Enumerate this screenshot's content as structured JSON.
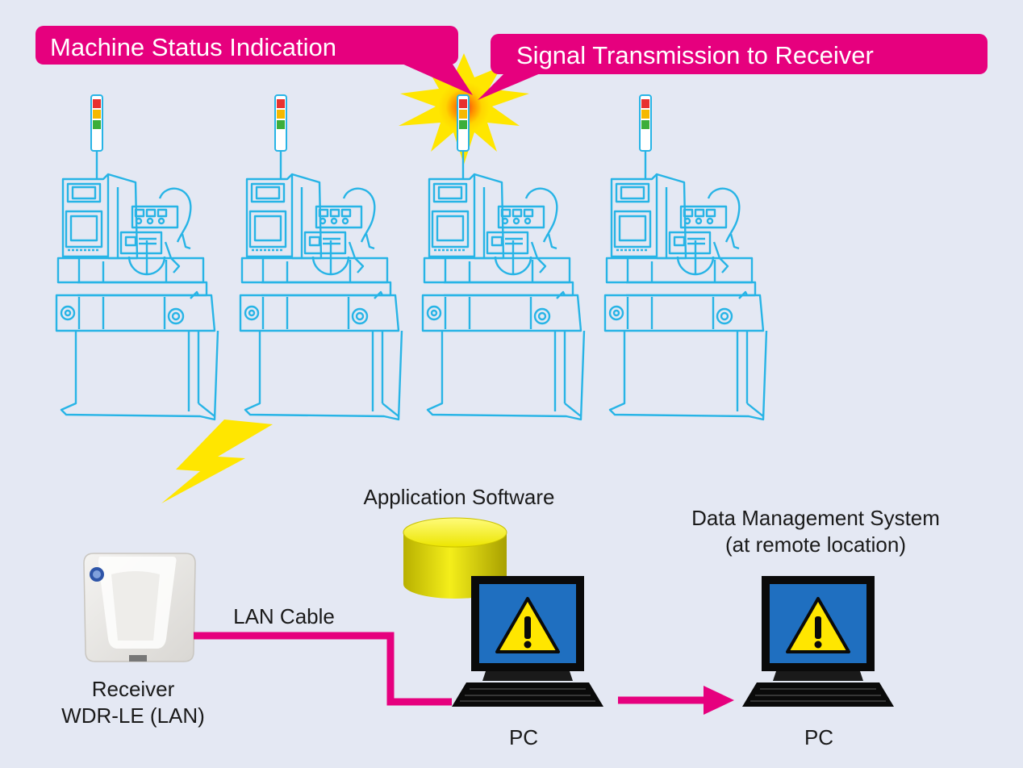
{
  "callouts": {
    "status": "Machine Status Indication",
    "signal": "Signal Transmission to Receiver"
  },
  "labels": {
    "app_software": "Application Software",
    "data_mgmt_line1": "Data Management System",
    "data_mgmt_line2": "(at remote location)",
    "lan_cable": "LAN Cable",
    "receiver_line1": "Receiver",
    "receiver_line2": "WDR-LE (LAN)",
    "pc_local": "PC",
    "pc_remote": "PC"
  },
  "machines": [
    {
      "id": "machine-1",
      "transmitting": false
    },
    {
      "id": "machine-2",
      "transmitting": false
    },
    {
      "id": "machine-3",
      "transmitting": true
    },
    {
      "id": "machine-4",
      "transmitting": false
    }
  ],
  "colors": {
    "background": "#e4e8f3",
    "accent": "#e6007e",
    "machine_outline": "#27b4e6",
    "signal_light_red": "#e8312f",
    "signal_light_yellow": "#f5b800",
    "signal_light_green": "#3cae3a",
    "burst": "#ffe600",
    "monitor_screen": "#1f6fc0",
    "database": "#e5de00"
  },
  "icons": {
    "wireless": "lightning-bolt-icon",
    "warning": "warning-triangle-icon",
    "database": "database-cylinder-icon"
  }
}
